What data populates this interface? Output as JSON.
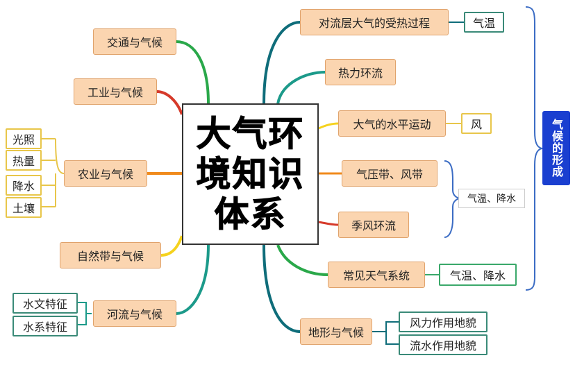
{
  "center": {
    "title": "大气环境知识体系"
  },
  "left_branches": [
    {
      "label": "交通与气候",
      "color": "#2aa84a"
    },
    {
      "label": "工业与气候",
      "color": "#d63a2a"
    },
    {
      "label": "农业与气候",
      "color": "#f08a1c",
      "leaves": [
        "光照",
        "热量",
        "降水",
        "土壤"
      ]
    },
    {
      "label": "自然带与气候",
      "color": "#f5d21e"
    },
    {
      "label": "河流与气候",
      "color": "#1c9a8a",
      "leaves": [
        "水文特征",
        "水系特征"
      ]
    }
  ],
  "right_branches": [
    {
      "label": "对流层大气的受热过程",
      "color": "#0f6d7a",
      "leaf": "气温"
    },
    {
      "label": "热力环流",
      "color": "#1c9a8a"
    },
    {
      "label": "大气的水平运动",
      "color": "#f5d21e",
      "leaf": "风"
    },
    {
      "label": "气压带、风带",
      "color": "#f08a1c"
    },
    {
      "label": "季风环流",
      "color": "#d63a2a"
    },
    {
      "label": "常见天气系统",
      "color": "#2aa84a",
      "leaf": "气温、降水"
    },
    {
      "label": "地形与气候",
      "color": "#0f6d7a",
      "leaves": [
        "风力作用地貌",
        "流水作用地貌"
      ]
    }
  ],
  "group_label": "气温、降水",
  "formation_label": "气候的形成",
  "colors": {
    "center_border": "#333333",
    "formation_box": "#1a3fd0",
    "bracket": "#3b6cc4"
  }
}
